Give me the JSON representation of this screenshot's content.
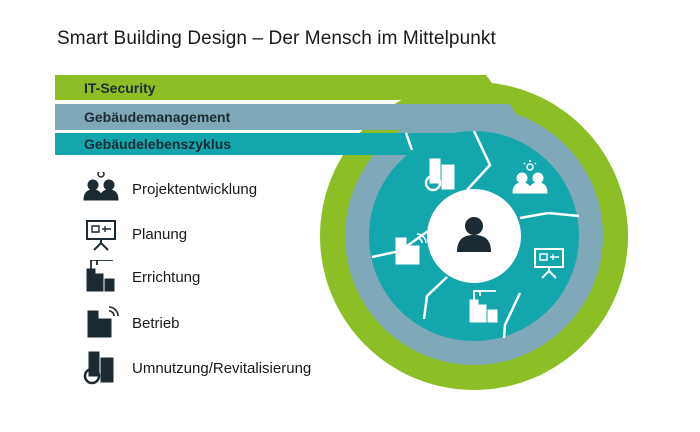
{
  "title": "Smart Building Design – Der Mensch im Mittelpunkt",
  "bands": {
    "security": "IT-Security",
    "management": "Gebäudemanagement",
    "lifecycle": "Gebäudelebenszyklus"
  },
  "legend": [
    {
      "icon": "people-lightbulb-icon",
      "label": "Projektentwicklung"
    },
    {
      "icon": "presentation-board-icon",
      "label": "Planung"
    },
    {
      "icon": "construction-building-icon",
      "label": "Errichtung"
    },
    {
      "icon": "smart-building-icon",
      "label": "Betrieb"
    },
    {
      "icon": "recycle-building-icon",
      "label": "Umnutzung/Revitalisierung"
    }
  ],
  "center": {
    "icon": "person-icon"
  },
  "colors": {
    "green": "#8cbf26",
    "blue_gray": "#7fa8b8",
    "teal": "#13a6ad",
    "dark": "#1c2b33",
    "white": "#ffffff"
  }
}
